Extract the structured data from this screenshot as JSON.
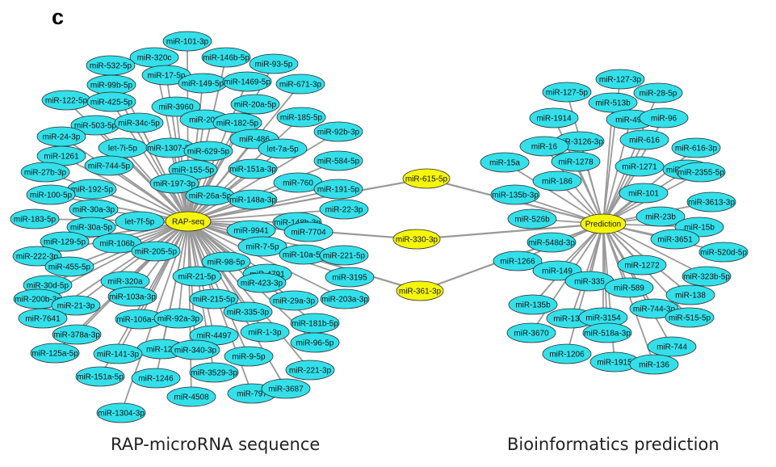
{
  "panel_letter": "c",
  "captions": {
    "left": "RAP-microRNA sequence",
    "right": "Bioinformatics prediction"
  },
  "colors": {
    "mirna_fill": "#33e0ea",
    "hub_fill": "#f5f50a",
    "edge": "#999999",
    "node_stroke": "#2a2a2a",
    "text": "#111111"
  },
  "hubs": [
    {
      "id": "rap",
      "label": "RAP-seq"
    },
    {
      "id": "pred",
      "label": "Prediction"
    }
  ],
  "bridges": [
    {
      "id": "b615",
      "label": "miR-615-5p"
    },
    {
      "id": "b330",
      "label": "miR-330-3p"
    },
    {
      "id": "b361",
      "label": "miR-361-3p"
    }
  ],
  "rap_nodes": [
    "miR-101-3p",
    "miR-320c",
    "miR-146b-5p",
    "miR-93-5p",
    "miR-532-5p",
    "miR-17-5p",
    "miR-149-5p",
    "miR-1469-5p",
    "miR-671-3p",
    "miR-99b-5p",
    "miR-122-5p",
    "miR-425-5p",
    "miR-3960",
    "miR-20a-5p",
    "miR-200",
    "miR-182-5p",
    "miR-185-5p",
    "miR-503-5p",
    "miR-34c-5p",
    "miR-24-3p",
    "miR-486",
    "miR-92b-3p",
    "let-7a-5p",
    "let-7i-5p",
    "miR-1307-3p",
    "miR-629-5p",
    "miR-1261",
    "miR-744-5p",
    "miR-584-5p",
    "miR-27b-3p",
    "miR-155-5p",
    "miR-151a-3p",
    "miR-197-3p",
    "miR-760",
    "miR-192-5p",
    "miR-100-5p",
    "miR-26a-5p",
    "miR-191-5p",
    "miR-30a-3p",
    "miR-148a-3p",
    "miR-22-3p",
    "miR-183-5p",
    "let-7f-5p",
    "miR-30a-5p",
    "miR-9941",
    "miR-148b-3p",
    "miR-7704",
    "miR-129-5p",
    "miR-106b",
    "miR-222-3p",
    "miR-205-5p",
    "miR-7-5p",
    "miR-10a-5p",
    "miR-221-5p",
    "miR-455-5p",
    "miR-98-5p",
    "miR-21-5p",
    "miR-4791",
    "miR-320a",
    "miR-30d-5p",
    "miR-3195",
    "miR-423-3p",
    "miR-103a-3p",
    "miR-200b-3p",
    "miR-215-5p",
    "miR-21-3p",
    "miR-29a-3p",
    "miR-203a-3p",
    "miR-106a-5p",
    "miR-7641",
    "miR-335-3p",
    "miR-92a-3p",
    "miR-181b-5p",
    "miR-378a-3p",
    "miR-1-3p",
    "miR-4497",
    "miR-96-5p",
    "miR-125a-5p",
    "miR-127",
    "miR-141-3p",
    "miR-340-3p",
    "miR-9-5p",
    "miR-221-3p",
    "miR-151a-5p",
    "miR-3529-3p",
    "miR-1246",
    "miR-797",
    "miR-3687",
    "miR-4508",
    "miR-1304-3p"
  ],
  "pred_nodes": [
    "miR-127-3p",
    "miR-127-5p",
    "miR-28-5p",
    "miR-513b",
    "miR-1914",
    "miR-497",
    "miR-96",
    "miR-3126-3p",
    "miR-16",
    "miR-616",
    "miR-616-3p",
    "miR-15a",
    "miR-1278",
    "miR-186",
    "miR-1271",
    "miR-876-3p",
    "miR-2355-5p",
    "miR-135b-3p",
    "miR-101",
    "miR-3613-3p",
    "miR-23b",
    "miR-526b",
    "miR-15b",
    "miR-3651",
    "miR-548d-3p",
    "miR-520d-5p",
    "miR-1272",
    "miR-1266",
    "miR-149",
    "miR-323b-5p",
    "miR-335",
    "miR-589",
    "miR-138",
    "miR-135b",
    "miR-744-3p",
    "miR-1322",
    "miR-3154",
    "miR-515-5p",
    "miR-3670",
    "miR-518a-3p",
    "miR-744",
    "miR-1206",
    "miR-1915",
    "miR-136"
  ]
}
